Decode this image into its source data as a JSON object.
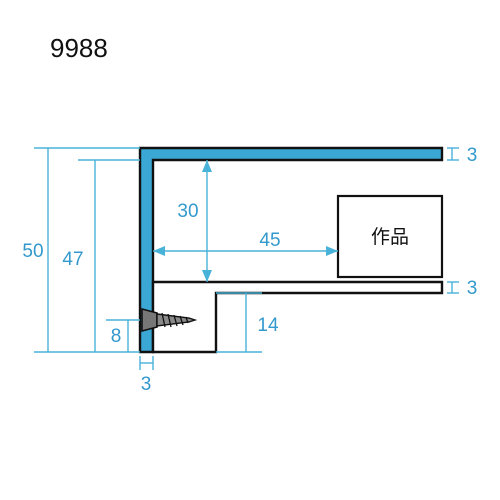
{
  "model_number": "9988",
  "artwork_label": "作品",
  "dimensions": {
    "total_height": "50",
    "inner_height": "47",
    "top_gap": "30",
    "depth": "45",
    "screw_height": "8",
    "lip_height": "14",
    "back_thickness": "3",
    "top_thickness": "3",
    "shelf_thickness": "3"
  },
  "colors": {
    "profile_fill": "#3aa7d4",
    "dimension": "#49b2d8",
    "outline": "#111111"
  },
  "icons": {
    "fastener": "screw-icon"
  }
}
